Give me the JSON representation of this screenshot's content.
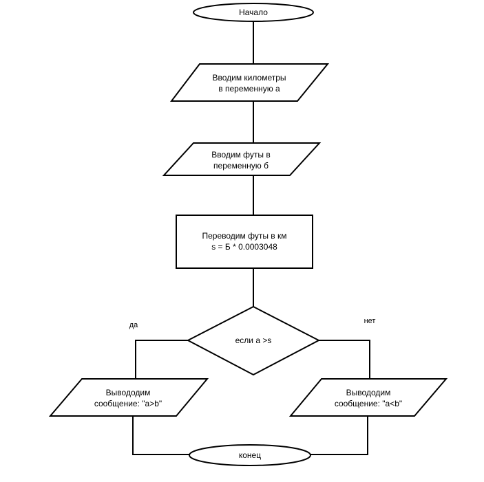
{
  "diagram": {
    "nodes": {
      "start": {
        "type": "terminal",
        "text": "Начало"
      },
      "input_km": {
        "type": "input",
        "line1": "Вводим километры",
        "line2": "в переменную а"
      },
      "input_ft": {
        "type": "input",
        "line1": "Вводим футы в",
        "line2": "переменную б"
      },
      "convert": {
        "type": "process",
        "line1": "Переводим футы в км",
        "line2": "s = Б * 0.0003048"
      },
      "decision": {
        "type": "decision",
        "text": "если а >s"
      },
      "out_yes": {
        "type": "output",
        "line1": "Вывододим",
        "line2": "сообщение: \"a>b\""
      },
      "out_no": {
        "type": "output",
        "line1": "Вывододим",
        "line2": "сообщение: \"a<b\""
      },
      "end": {
        "type": "terminal",
        "text": "конец"
      }
    },
    "edges": {
      "yes_label": "да",
      "no_label": "нет"
    },
    "colors": {
      "stroke": "#000000",
      "fill": "#ffffff"
    }
  }
}
